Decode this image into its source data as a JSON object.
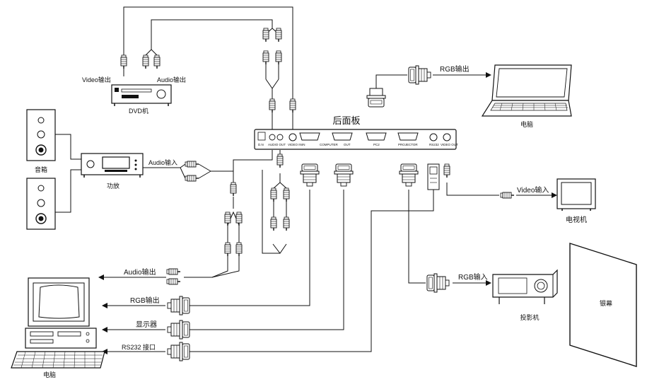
{
  "title": "后面板",
  "devices": {
    "dvd": {
      "label": "DVD机"
    },
    "speaker": {
      "label": "音箱"
    },
    "amplifier": {
      "label": "功放"
    },
    "laptop": {
      "label": "电脑"
    },
    "tv": {
      "label": "电视机"
    },
    "projector": {
      "label": "投影机"
    },
    "screen": {
      "label": "银幕"
    },
    "pc": {
      "label": "电脑"
    }
  },
  "connections": {
    "video_out": "Video输出",
    "audio_out": "Audio输出",
    "audio_in_amp": "Audio输入",
    "rgb_out_top": "RGB输出",
    "video_in_tv": "Video输入",
    "rgb_in_proj": "RGB输入",
    "audio_out_pc": "Audio输出",
    "rgb_out_pc": "RGB输出",
    "monitor": "显示器",
    "rs232": "RS232 接口"
  },
  "panel_ports": {
    "audio_in": "D.N",
    "audio_out": "AUDIO OUT",
    "video_in": "VIDEO IN",
    "computer_in": "IN",
    "computer": "COMPUTER",
    "computer_out": "OUT",
    "pc2": "PC2",
    "projector": "PROJECTOR",
    "rs232": "RS232",
    "video_out": "VIDEO OUT"
  }
}
